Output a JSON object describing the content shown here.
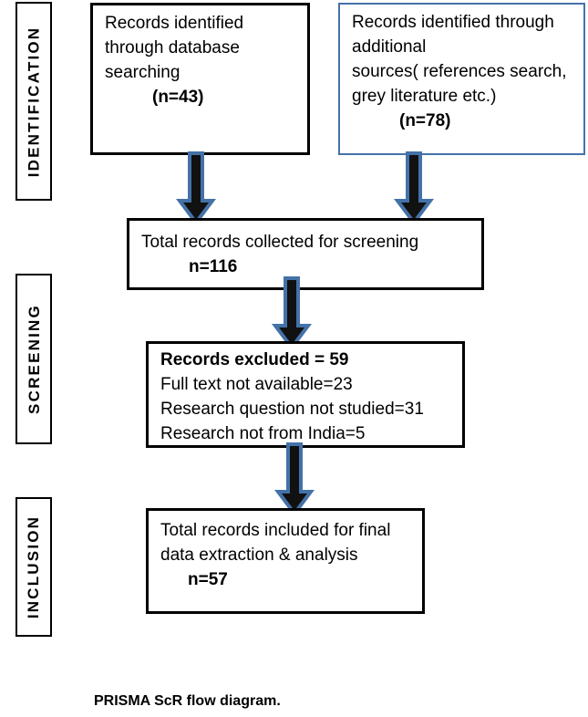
{
  "caption": "PRISMA ScR flow diagram.",
  "colors": {
    "box_border": "#000000",
    "accent_border": "#4472a8",
    "arrow_fill": "#111111",
    "arrow_outline": "#4472a8",
    "background": "#ffffff"
  },
  "stages": [
    {
      "id": "identification",
      "label": "IDENTIFICATION"
    },
    {
      "id": "screening",
      "label": "SCREENING"
    },
    {
      "id": "inclusion",
      "label": "INCLUSION"
    }
  ],
  "boxes": {
    "database_records": {
      "lines": [
        "Records identified",
        "through database",
        "searching"
      ],
      "count_label": "(n=43)"
    },
    "additional_records": {
      "lines": [
        "Records identified through",
        "additional",
        "sources( references search,",
        "grey literature etc.)"
      ],
      "count_label": "(n=78)"
    },
    "total_collected": {
      "lines": [
        "Total records collected for screening"
      ],
      "count_label": "n=116"
    },
    "excluded": {
      "heading": "Records excluded = 59",
      "reasons": [
        "Full text not available=23",
        "Research question not studied=31",
        "Research not from India=5"
      ]
    },
    "included": {
      "lines": [
        "Total records included for final",
        "data extraction & analysis"
      ],
      "count_label": "n=57"
    }
  },
  "arrows": [
    {
      "id": "arrow-database-to-total",
      "icon": "down-arrow-icon"
    },
    {
      "id": "arrow-additional-to-total",
      "icon": "down-arrow-icon"
    },
    {
      "id": "arrow-total-to-excluded",
      "icon": "down-arrow-icon"
    },
    {
      "id": "arrow-excluded-to-included",
      "icon": "down-arrow-icon"
    }
  ]
}
